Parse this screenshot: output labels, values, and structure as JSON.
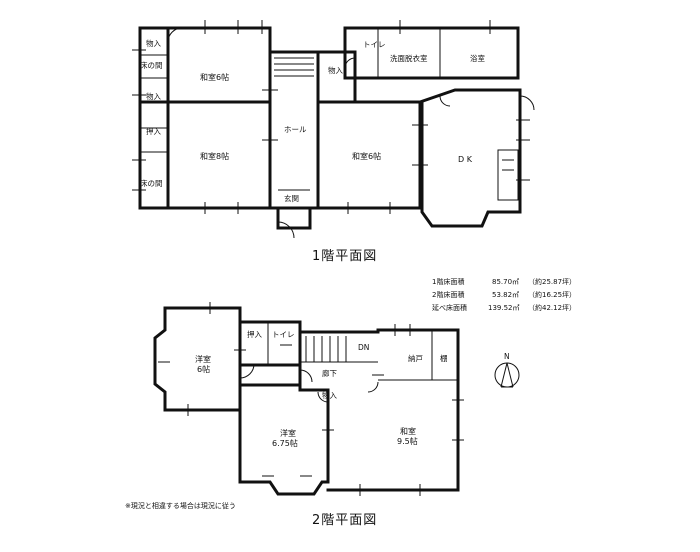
{
  "floor1": {
    "title": "1階平面図",
    "rooms": {
      "storage_top": "物入",
      "tokonoma_top": "床の間",
      "storage_mid": "物入",
      "washitsu6_left": "和室6帖",
      "oshiire": "押入",
      "washitsu8": "和室8帖",
      "tokonoma_bottom": "床の間",
      "hall": "ホール",
      "genkan": "玄関",
      "storage_stair": "物入",
      "toilet": "トイレ",
      "senmen": "洗面脱衣室",
      "yokushitsu": "浴室",
      "washitsu6_center": "和室6帖",
      "dk": "D K"
    }
  },
  "floor2": {
    "title": "2階平面図",
    "rooms": {
      "oshiire": "押入",
      "toilet": "トイレ",
      "youshitsu6_a": "洋室",
      "youshitsu6_b": "6帖",
      "dn": "DN",
      "nando": "納戸",
      "tana": "棚",
      "rouka": "廊下",
      "storage": "物入",
      "youshitsu675_a": "洋室",
      "youshitsu675_b": "6.75帖",
      "washitsu95_a": "和室",
      "washitsu95_b": "9.5帖"
    }
  },
  "areas": [
    {
      "label": "1階床面積",
      "value": "85.70㎡",
      "tsubo": "（約25.87坪）"
    },
    {
      "label": "2階床面積",
      "value": "53.82㎡",
      "tsubo": "（約16.25坪）"
    },
    {
      "label": "延べ床面積",
      "value": "139.52㎡",
      "tsubo": "（約42.12坪）"
    }
  ],
  "north_label": "N",
  "note": "※現況と相違する場合は現況に従う"
}
